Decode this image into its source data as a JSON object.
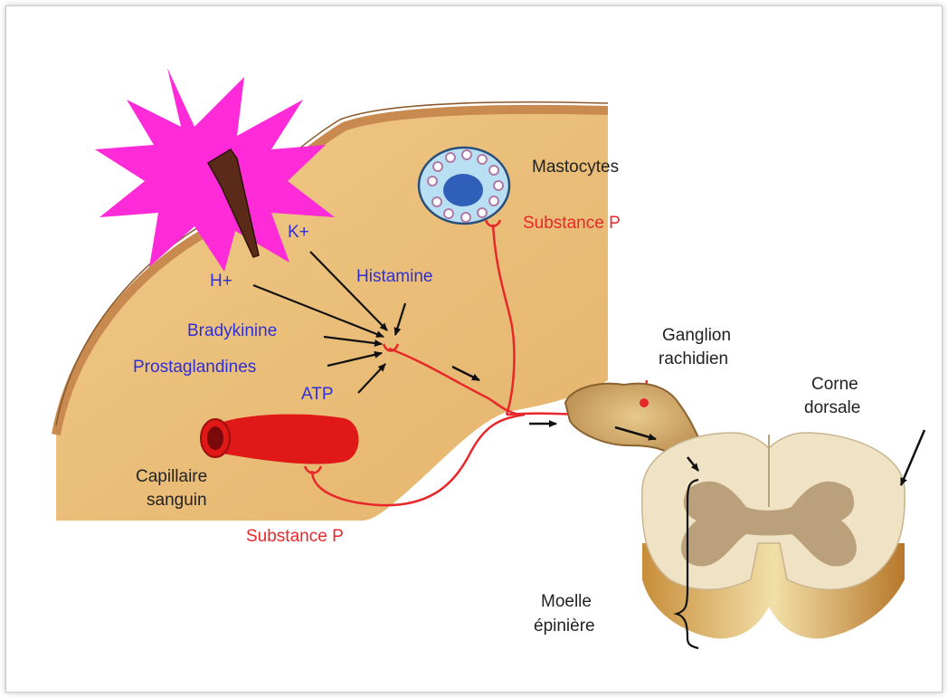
{
  "labels": {
    "mastocytes": "Mastocytes",
    "substance_p_top": "Substance P",
    "k_plus": "K+",
    "h_plus": "H+",
    "histamine": "Histamine",
    "bradykinine": "Bradykinine",
    "prostaglandines": "Prostaglandines",
    "atp": "ATP",
    "capillaire_line1": "Capillaire",
    "capillaire_line2": "sanguin",
    "substance_p_bottom": "Substance P",
    "ganglion_line1": "Ganglion",
    "ganglion_line2": "rachidien",
    "corne_line1": "Corne",
    "corne_line2": "dorsale",
    "moelle_line1": "Moelle",
    "moelle_line2": "épinière"
  },
  "colors": {
    "tissue": "#e9c07c",
    "skin": "#d9a060",
    "starburst": "#ff2ad8",
    "nerve": "#e8272b",
    "mediator_text": "#2f2fd6",
    "capillary": "#e01818",
    "cord_white": "#efe2c5",
    "cord_grey": "#b49a73"
  }
}
